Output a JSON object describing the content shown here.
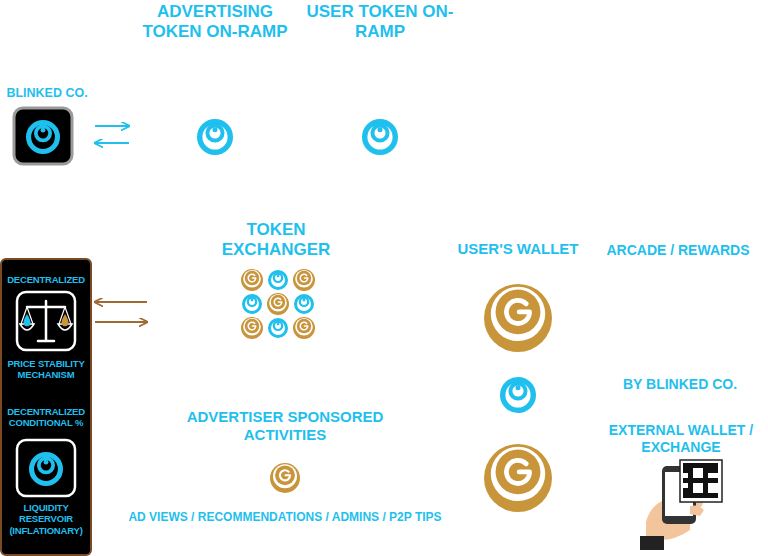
{
  "diagram": {
    "nodes": [
      {
        "text": [
          "ADVERTISING TOKEN ON-RAMP"
        ]
      },
      {
        "text": [
          "USER TOKEN ON-RAMP"
        ]
      },
      {
        "text": [
          "BLINKED CO."
        ]
      },
      {
        "text": [
          "TOKEN EXCHANGER"
        ]
      },
      {
        "text": [
          "USER'S WALLET"
        ]
      },
      {
        "text": [
          "DECENTRALIZED",
          "PRICE STABILITY MECHANISM",
          "DECENTRALIZED CONDITIONAL %",
          "LIQUIDITY RESERVOIR (INFLATIONARY)"
        ]
      },
      {
        "text": [
          "ADVERTISER SPONSORED ACTIVITIES",
          "AD VIEWS / RECOMMENDATIONS / ADMINS / P2P TIPS"
        ]
      }
    ],
    "edges": [
      {
        "from": 2,
        "to": 0,
        "arrow": "to"
      },
      {
        "from": 0,
        "to": 2,
        "arrow": "to"
      },
      {
        "from": 3,
        "to": 5,
        "arrow": "to"
      },
      {
        "from": 5,
        "to": 3,
        "arrow": "to"
      }
    ],
    "labels": [
      "ARCADE / REWARDS",
      "BY BLINKED CO.",
      "EXTERNAL WALLET / EXCHANGE"
    ]
  }
}
